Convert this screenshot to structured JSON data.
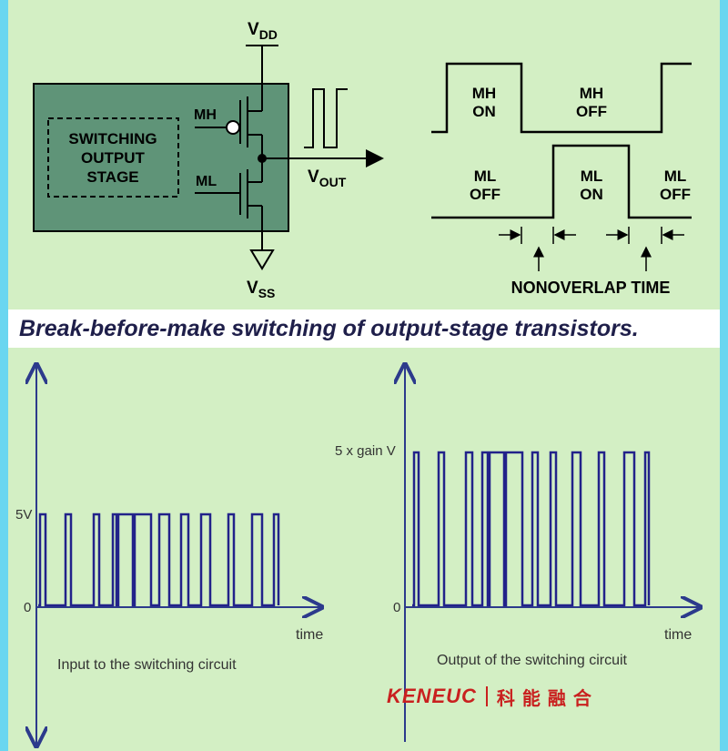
{
  "circuit": {
    "box_label_lines": [
      "SWITCHING",
      "OUTPUT",
      "STAGE"
    ],
    "vdd": {
      "main": "V",
      "sub": "DD"
    },
    "vss": {
      "main": "V",
      "sub": "SS"
    },
    "vout": {
      "main": "V",
      "sub": "OUT"
    },
    "mh": "MH",
    "ml": "ML"
  },
  "timing": {
    "mh_on": [
      "MH",
      "ON"
    ],
    "mh_off": [
      "MH",
      "OFF"
    ],
    "ml_off_left": [
      "ML",
      "OFF"
    ],
    "ml_on": [
      "ML",
      "ON"
    ],
    "ml_off_right": [
      "ML",
      "OFF"
    ],
    "nonoverlap": "NONOVERLAP TIME"
  },
  "title": "Break-before-make switching of output-stage transistors.",
  "input_plot": {
    "level_label": "5V",
    "zero_label": "0",
    "axis_label": "time",
    "caption": "Input to the switching circuit"
  },
  "output_plot": {
    "level_label": "5 x gain V",
    "zero_label": "0",
    "axis_label": "time",
    "caption": "Output of the switching circuit"
  },
  "brand": {
    "latin": "KENEUC",
    "cjk": "科能融合"
  },
  "colors": {
    "background": "#d3efc4",
    "box_fill": "#5f9478",
    "wave": "#22228a",
    "axis": "#2c3a8c",
    "brand": "#c9201f"
  }
}
